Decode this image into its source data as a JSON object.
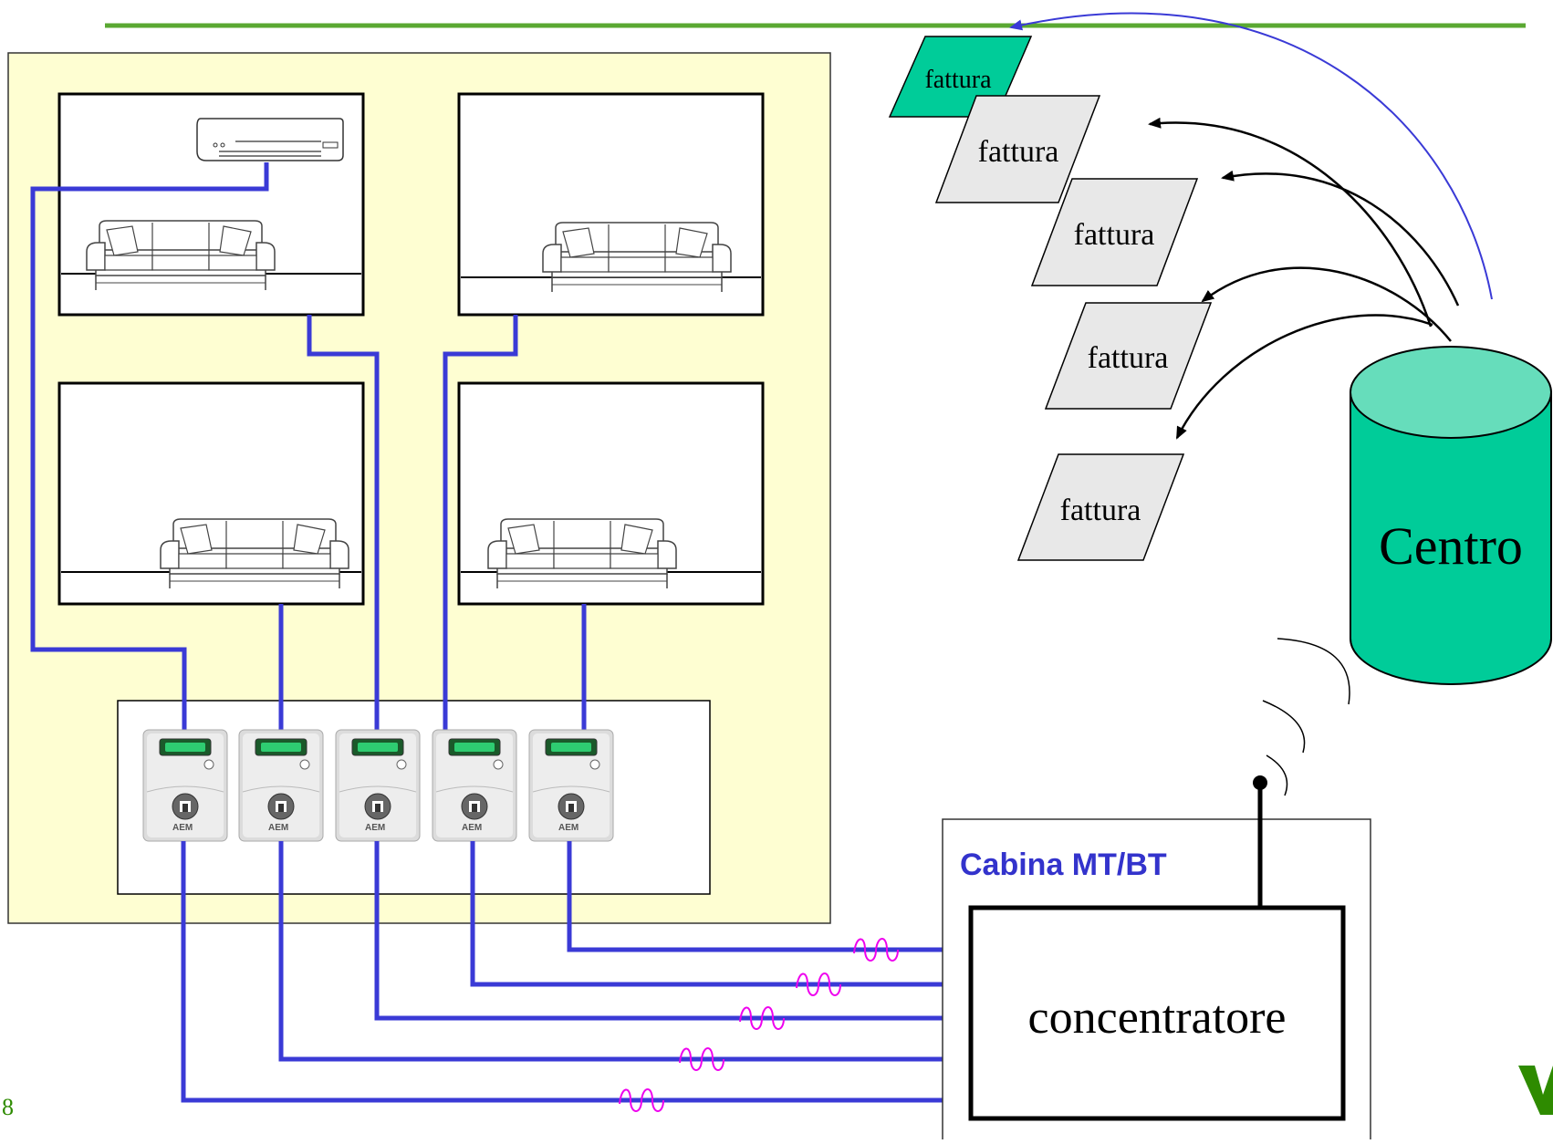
{
  "invoice_label": "fattura",
  "center_label": "Centro",
  "concentrator_label": "concentratore",
  "cabin_label": "Cabina MT/BT",
  "page_number": "8",
  "meter_brand": "AEM",
  "colors": {
    "top_rule": "#5aa832",
    "building": "#fefed2",
    "wire": "#3a3ad6",
    "signal": "#ee00ee",
    "center": "#00cc99",
    "center_top": "#66ddbb",
    "invoice_highlight": "#00cc99",
    "invoice_gray": "#e8e8e8",
    "cabin_text": "#3333cc",
    "page_number": "#2e8b00",
    "blue_arrow": "#3a3ad6"
  }
}
